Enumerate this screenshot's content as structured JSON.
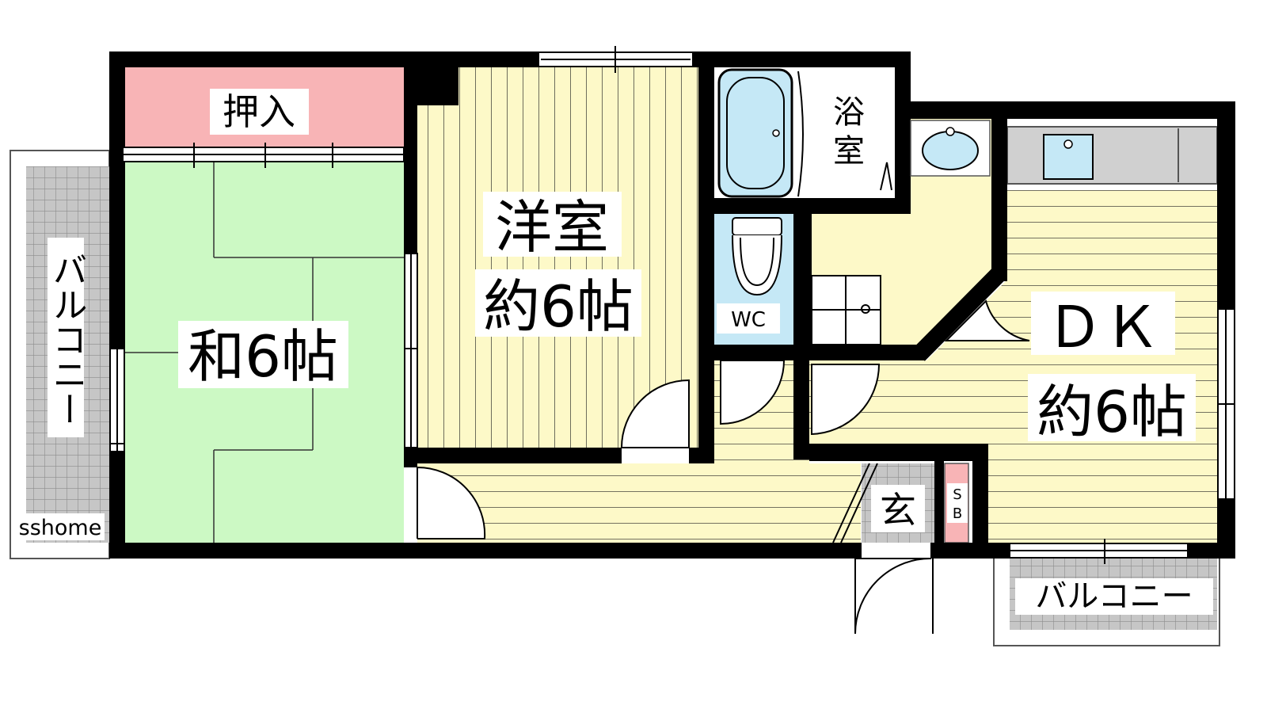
{
  "rooms": {
    "oshiire": "押入",
    "washitsu": "和6帖",
    "yoshitsu_line1": "洋室",
    "yoshitsu_line2": "約6帖",
    "bath_line1": "浴",
    "bath_line2": "室",
    "wc": "WC",
    "dk_line1": "ＤＫ",
    "dk_line2": "約6帖",
    "genkan": "玄",
    "sb_line1": "S",
    "sb_line2": "B"
  },
  "balconies": {
    "left": "バルコニー",
    "bottom_right": "バルコニー"
  },
  "watermark": "sshome",
  "colors": {
    "wall": "#000000",
    "tatami": "#ccf9c4",
    "floor": "#fdf9c8",
    "closet": "#f8b4b6",
    "wet": "#c5e8f6",
    "tile": "#c0c0c0",
    "counter": "#d0d0d0"
  }
}
